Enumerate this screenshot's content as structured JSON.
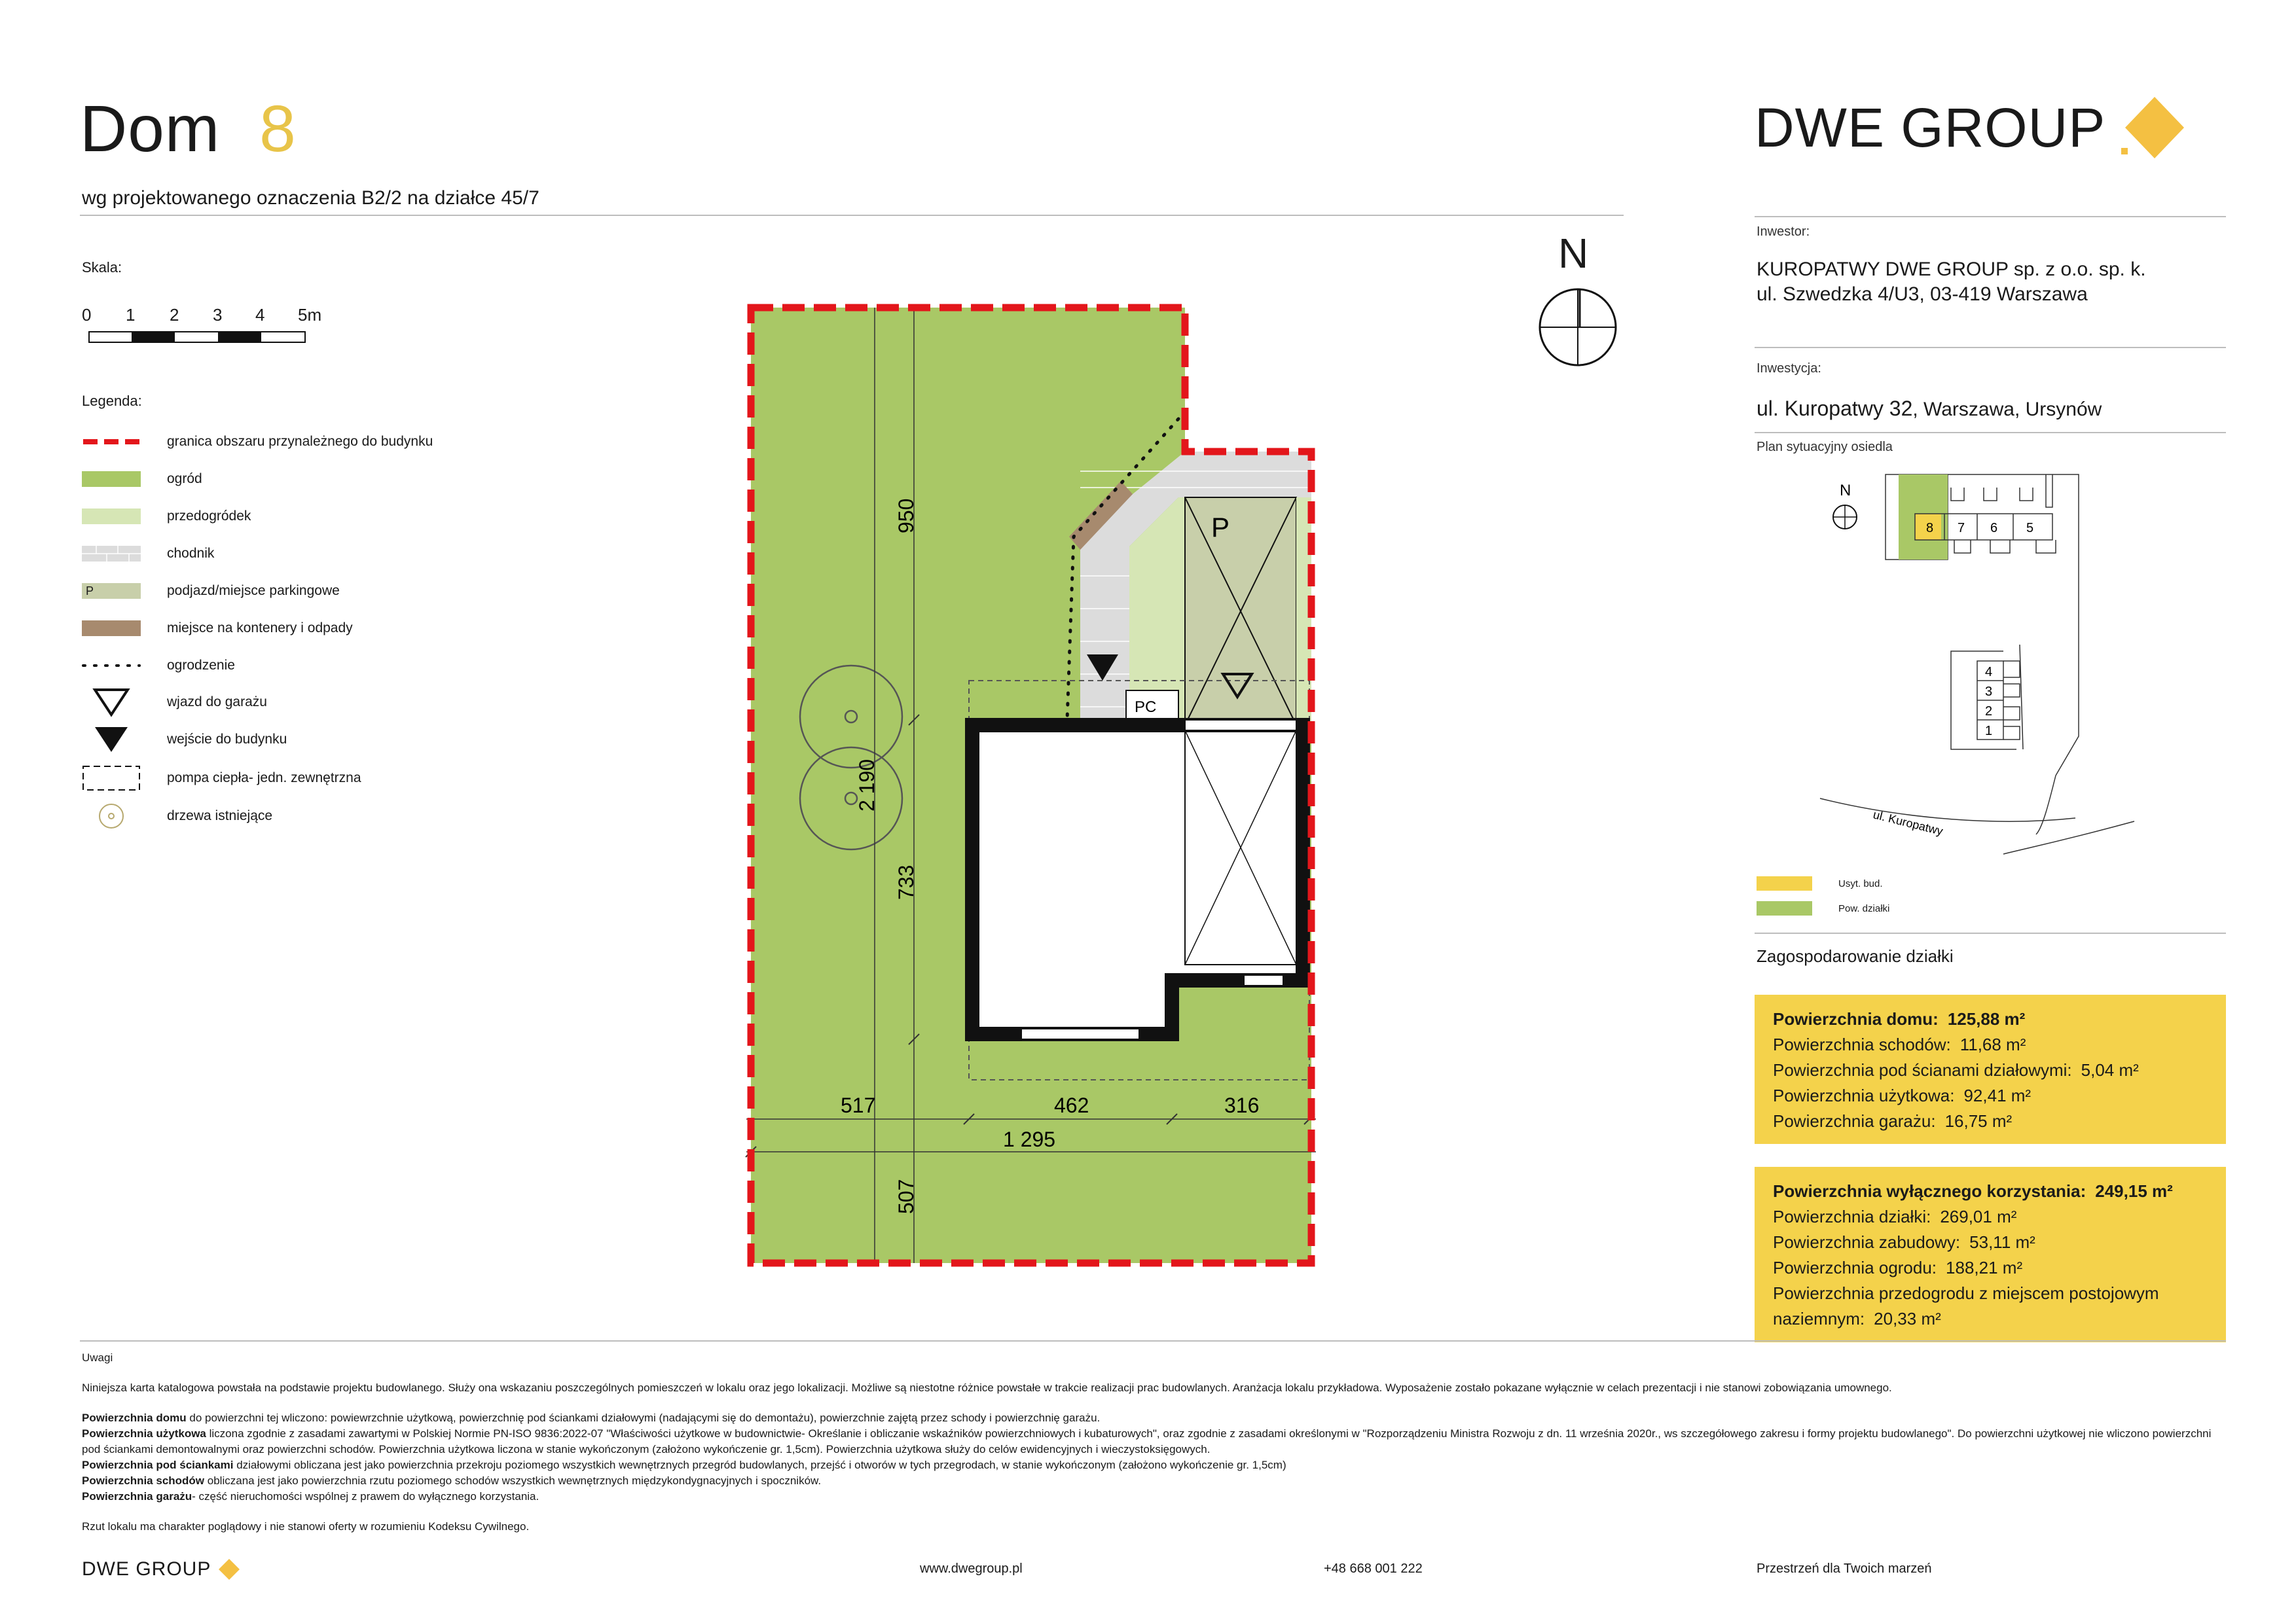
{
  "header": {
    "title": "Dom",
    "number": "8",
    "subtitle": "wg projektowanego oznaczenia B2/2 na działce 45/7"
  },
  "brand": {
    "name": "DWE GROUP",
    "accent": "#f4c042"
  },
  "scale": {
    "label": "Skala:",
    "ticks": [
      "0",
      "1",
      "2",
      "3",
      "4",
      "5m"
    ]
  },
  "legend": {
    "title": "Legenda:",
    "items": [
      {
        "label": "granica obszaru przynależnego do budynku",
        "icon": "red-dashed-line"
      },
      {
        "label": "ogród",
        "icon": "garden-swatch",
        "color": "#a9c866"
      },
      {
        "label": "przedogródek",
        "icon": "front-garden-swatch",
        "color": "#d6e6b5"
      },
      {
        "label": "chodnik",
        "icon": "pavement-swatch",
        "color": "#dcdcdc"
      },
      {
        "label": "podjazd/miejsce parkingowe",
        "icon": "parking-swatch",
        "color": "#c8cfaa",
        "mark": "P"
      },
      {
        "label": "miejsce na kontenery i odpady",
        "icon": "waste-swatch",
        "color": "#a78a6e"
      },
      {
        "label": "ogrodzenie",
        "icon": "dotted-fence"
      },
      {
        "label": "wjazd do garażu",
        "icon": "garage-entry-triangle"
      },
      {
        "label": "wejście do budynku",
        "icon": "building-entry-triangle"
      },
      {
        "label": "pompa ciepła- jedn. zewnętrzna",
        "icon": "heat-pump-dashed-box"
      },
      {
        "label": "drzewa istniejące",
        "icon": "tree-circle"
      }
    ]
  },
  "plan": {
    "north": "N",
    "parking": "P",
    "heat_pump": "PC",
    "dims": {
      "d950": "950",
      "d2190": "2 190",
      "d733": "733",
      "d517": "517",
      "d462": "462",
      "d316": "316",
      "d1295": "1 295",
      "d507": "507"
    }
  },
  "right_panel": {
    "investor_label": "Inwestor:",
    "investor_name": "KUROPATWY DWE GROUP sp. z o.o. sp. k.",
    "investor_address": "ul. Szwedzka 4/U3, 03-419 Warszawa",
    "investment_label": "Inwestycja:",
    "investment_street": "ul. Kuropatwy 32",
    "investment_city": ", Warszawa, Ursynów",
    "site_plan_label": "Plan sytuacyjny osiedla",
    "site_plan": {
      "north": "N",
      "houses_top": [
        "8",
        "7",
        "6",
        "5"
      ],
      "houses_right": [
        "4",
        "3",
        "2",
        "1"
      ],
      "street": "ul. Kuropatwy",
      "legend": [
        {
          "label": "Usyt. bud.",
          "color": "#f4d24b"
        },
        {
          "label": "Pow. działki",
          "color": "#a9c866"
        }
      ]
    },
    "land_use_label": "Zagospodarowanie działki",
    "box1": [
      {
        "label": "Powierzchnia domu:",
        "value": "125,88 m²",
        "bold": true
      },
      {
        "label": "Powierzchnia schodów:",
        "value": "11,68 m²",
        "bold": false
      },
      {
        "label": "Powierzchnia pod ścianami działowymi:",
        "value": "5,04 m²",
        "bold": false
      },
      {
        "label": "Powierzchnia użytkowa:",
        "value": "92,41 m²",
        "bold": false
      },
      {
        "label": "Powierzchnia garażu:",
        "value": "16,75 m²",
        "bold": false
      }
    ],
    "box2": [
      {
        "label": "Powierzchnia wyłącznego korzystania:",
        "value": "249,15 m²",
        "bold": true
      },
      {
        "label": "Powierzchnia działki:",
        "value": "269,01 m²",
        "bold": false
      },
      {
        "label": "Powierzchnia zabudowy:",
        "value": "53,11 m²",
        "bold": false
      },
      {
        "label": "Powierzchnia ogrodu:",
        "value": "188,21 m²",
        "bold": false
      },
      {
        "label": "Powierzchnia przedogrodu z miejscem postojowym",
        "value": "",
        "bold": false
      },
      {
        "label": "naziemnym:",
        "value": "20,33 m²",
        "bold": false
      }
    ]
  },
  "notes": {
    "title": "Uwagi",
    "intro": "Niniejsza karta katalogowa powstała na podstawie projektu budowlanego. Służy ona wskazaniu poszczególnych pomieszczeń w lokalu oraz jego lokalizacji. Możliwe są niestotne różnice powstałe w trakcie realizacji prac budowlanych. Aranżacja lokalu przykładowa. Wyposażenie zostało pokazane wyłącznie w celach prezentacji i nie stanowi zobowiązania umownego.",
    "l1_bold": "Powierzchnia domu",
    "l1": " do powierzchni tej wliczono: powiewrzchnie użytkową, powierzchnię pod ściankami działowymi (nadającymi się do demontażu), powierzchnie zajętą przez schody i powierzchnię garażu.",
    "l2_bold": "Powierzchnia użytkowa",
    "l2": " liczona zgodnie z zasadami zawartymi w Polskiej Normie PN-ISO 9836:2022-07 \"Właściwości użytkowe w budownictwie- Określanie i obliczanie wskaźników powierzchniowych i kubaturowych\", oraz zgodnie z zasadami określonymi w \"Rozporządzeniu Ministra Rozwoju z dn. 11 września 2020r., ws szczegółowego zakresu i formy projektu budowlanego\". Do powierzchni użytkowej nie wliczono powierzchni pod ściankami demontowalnymi oraz powierzchni schodów. Powierzchnia użytkowa liczona w stanie wykończonym (założono wykończenie gr. 1,5cm). Powierzchnia użytkowa służy do celów ewidencyjnych i wieczystoksięgowych.",
    "l3_bold": "Powierzchnia pod ściankami",
    "l3": " działowymi obliczana jest jako powierzchnia przekroju poziomego wszystkich wewnętrznych przegród budowlanych, przejść i otworów w tych przegrodach, w stanie wykończonym (założono wykończenie gr. 1,5cm)",
    "l4_bold": "Powierzchnia schodów",
    "l4": " obliczana jest jako powierzchnia rzutu poziomego schodów wszystkich wewnętrznych międzykondygnacyjnych i spoczników.",
    "l5_bold": "Powierzchnia garażu",
    "l5": "- część nieruchomości wspólnej z prawem do wyłącznego korzystania.",
    "l6": "Rzut lokalu ma charakter poglądowy i nie stanowi oferty w rozumieniu Kodeksu Cywilnego."
  },
  "footer": {
    "brand": "DWE GROUP",
    "website": "www.dwegroup.pl",
    "phone": "+48 668 001 222",
    "slogan": "Przestrzeń dla Twoich marzeń"
  }
}
